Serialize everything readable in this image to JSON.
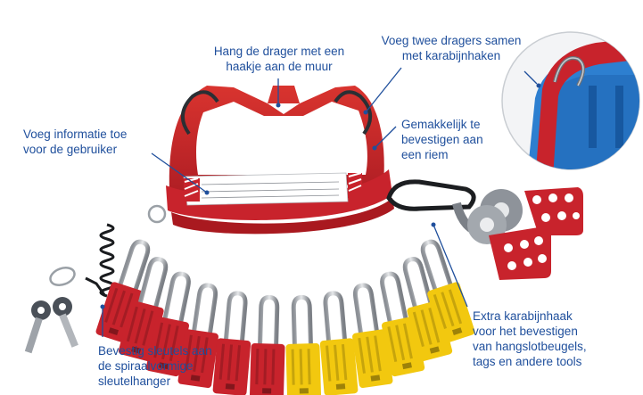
{
  "annotations": {
    "hang": "Hang de drager met een\nhaakje aan de muur",
    "combine": "Voeg twee dragers samen\nmet karabijnhaken",
    "info": "Voeg informatie toe\nvoor de gebruiker",
    "belt": "Gemakkelijk te\nbevestigen aan\neen riem",
    "carabiner": "Extra karabijnhaak\nvoor het bevestigen\nvan hangslotbeugels,\ntags en andere tools",
    "keys": "Bevestig sleutels aan\nde spiraalvormige\nsleutelhanger"
  },
  "padlocks": [
    {
      "color": "#c8232c"
    },
    {
      "color": "#c8232c"
    },
    {
      "color": "#c8232c"
    },
    {
      "color": "#c8232c"
    },
    {
      "color": "#c8232c"
    },
    {
      "color": "#c8232c"
    },
    {
      "color": "#f2c80f"
    },
    {
      "color": "#f2c80f"
    },
    {
      "color": "#f2c80f"
    },
    {
      "color": "#f2c80f"
    },
    {
      "color": "#f2c80f"
    },
    {
      "color": "#f2c80f"
    }
  ],
  "colors": {
    "accent": "#1f4f9c",
    "carrier": "#c8232c",
    "blue_carrier": "#2d7fd0",
    "hasp": "#c8232c"
  }
}
